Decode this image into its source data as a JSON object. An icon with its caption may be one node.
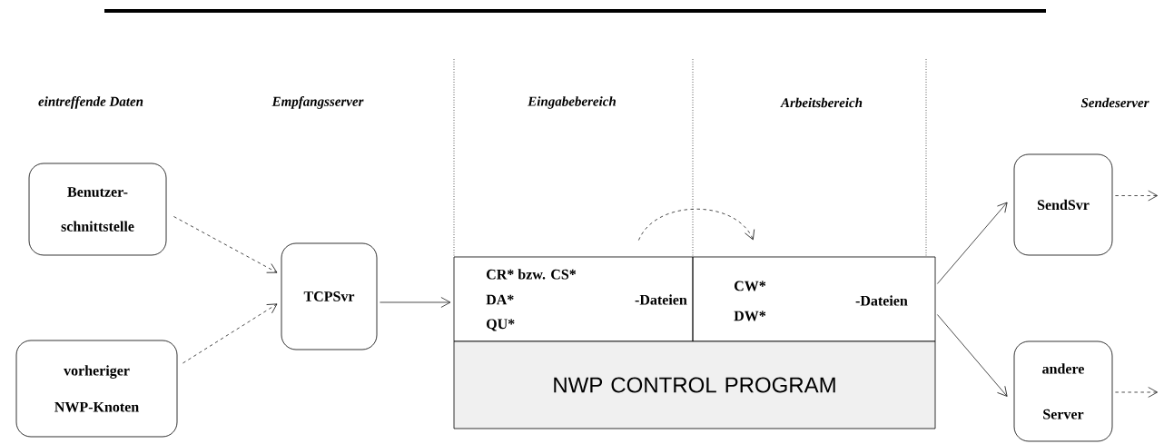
{
  "diagram": {
    "nodes": [
      {
        "text": [
          "Benutzer- schnittstelle"
        ]
      },
      {
        "text": [
          "vorheriger NWP-Knoten"
        ]
      },
      {
        "text": [
          "TCPSvr"
        ]
      },
      {
        "text": [
          "CR* bzw. CS*",
          "DA*",
          "QU*",
          "-Dateien"
        ]
      },
      {
        "text": [
          "CW*",
          "DW*",
          "-Dateien"
        ]
      },
      {
        "text": [
          "NWP CONTROL PROGRAM"
        ]
      },
      {
        "text": [
          "SendSvr"
        ]
      },
      {
        "text": [
          "andere Server"
        ]
      }
    ],
    "edges": [
      {
        "from": 0,
        "to": 2,
        "arrow": "to",
        "style": "dashed"
      },
      {
        "from": 1,
        "to": 2,
        "arrow": "to",
        "style": "dashed"
      },
      {
        "from": 2,
        "to": 3,
        "arrow": "to"
      },
      {
        "from": 3,
        "to": 4,
        "arrow": "to",
        "style": "dashed"
      },
      {
        "from": 4,
        "to": 6,
        "arrow": "to"
      },
      {
        "from": 4,
        "to": 7,
        "arrow": "to"
      },
      {
        "from": 6,
        "to": null,
        "arrow": "to",
        "style": "dashed"
      },
      {
        "from": 7,
        "to": null,
        "arrow": "to",
        "style": "dashed"
      }
    ],
    "labels": [
      "eintreffende Daten",
      "Empfangsserver",
      "Eingabebereich",
      "Arbeitsbereich",
      "Sendeserver"
    ]
  }
}
